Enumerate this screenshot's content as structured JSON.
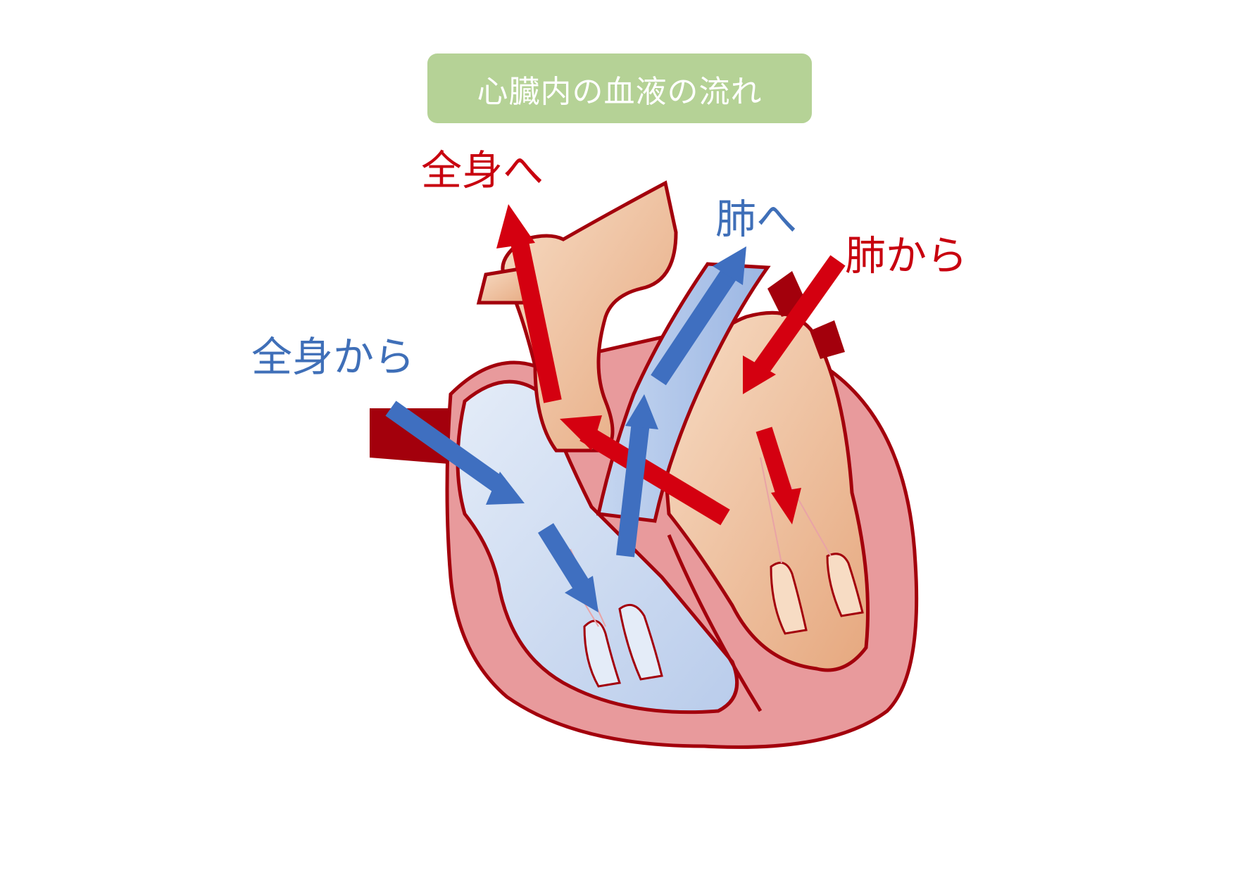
{
  "title": "心臓内の血液の流れ",
  "labels": {
    "to_body": "全身へ",
    "to_lungs": "肺へ",
    "from_lungs": "肺から",
    "from_body": "全身から"
  },
  "colors": {
    "title_bg": "#b5d296",
    "arterial_red": "#d40010",
    "venous_blue": "#3f6fc0",
    "outline": "#a3000c",
    "muscle_pink": "#e89a9c",
    "left_chamber_peach": "#f2c9a8",
    "right_chamber_blue": "#ccdcf0"
  }
}
